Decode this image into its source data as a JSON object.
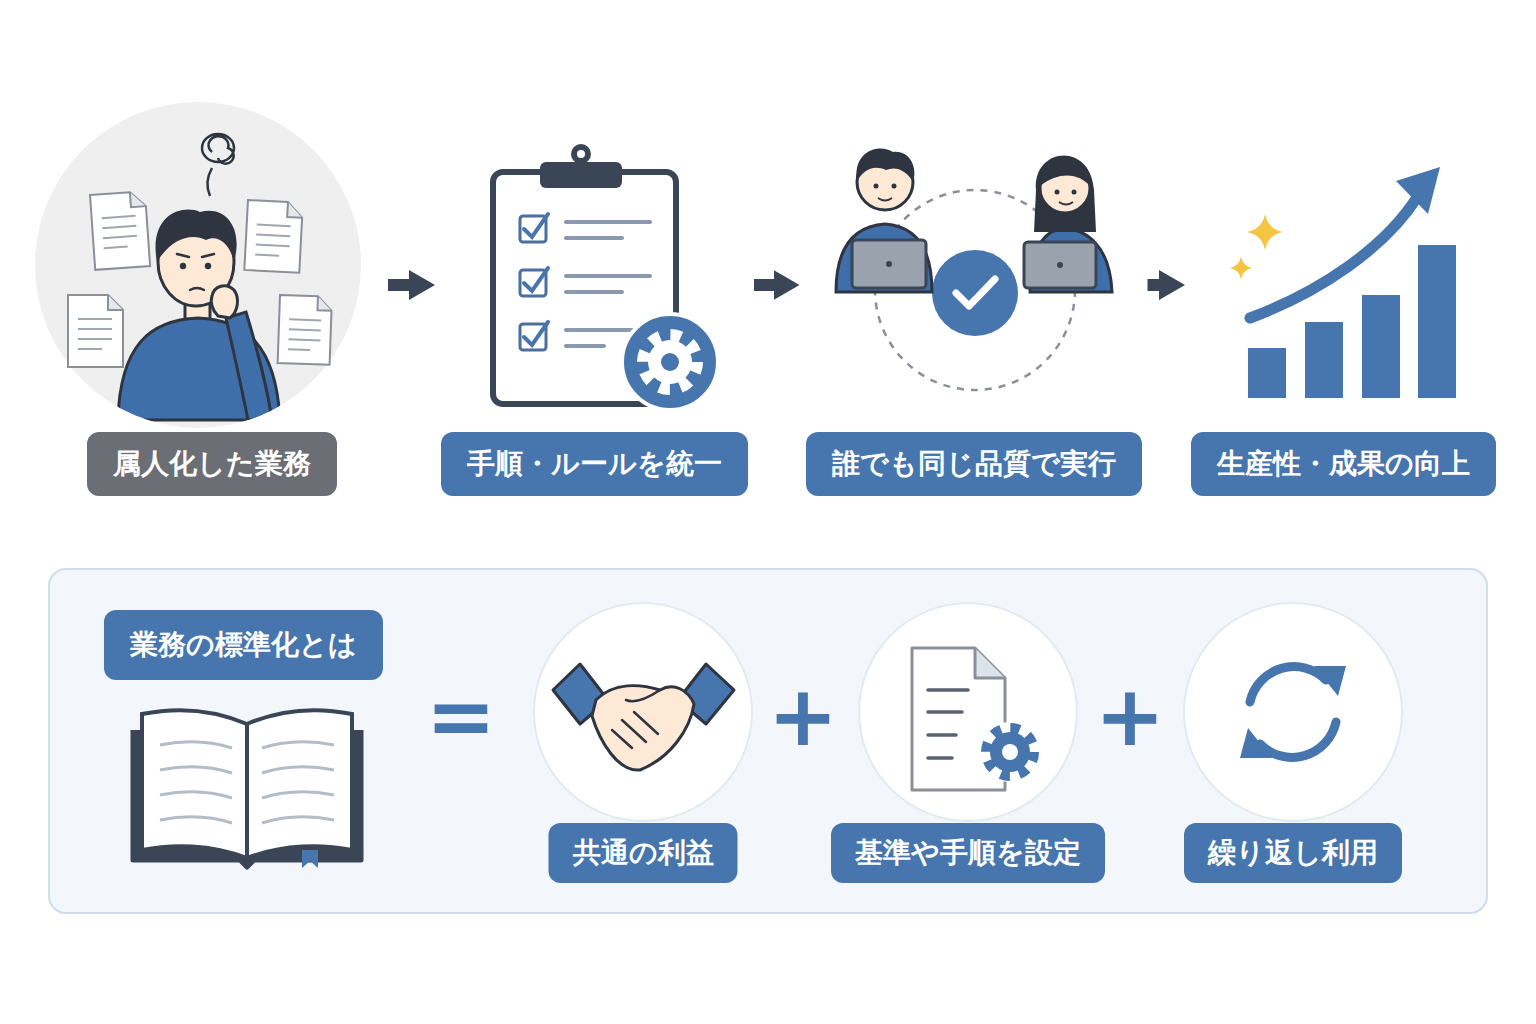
{
  "diagram": {
    "nodes": [
      {
        "text": [
          "属人化した業務"
        ]
      },
      {
        "text": [
          "手順・ルールを統一"
        ]
      },
      {
        "text": [
          "誰でも同じ品質で実行"
        ]
      },
      {
        "text": [
          "生産性・成果の向上"
        ]
      },
      {
        "text": [
          "業務の標準化とは"
        ]
      },
      {
        "text": [
          "共通の利益"
        ],
        "in": 4
      },
      {
        "text": [
          "基準や手順を設定"
        ],
        "in": 4
      },
      {
        "text": [
          "繰り返し利用"
        ],
        "in": 4
      }
    ],
    "edges": [
      {
        "from": 0,
        "to": 1,
        "arrow": "to"
      },
      {
        "from": 1,
        "to": 2,
        "arrow": "to"
      },
      {
        "from": 2,
        "to": 3,
        "arrow": "to"
      }
    ],
    "labels": [
      "=",
      "+",
      "+"
    ]
  }
}
